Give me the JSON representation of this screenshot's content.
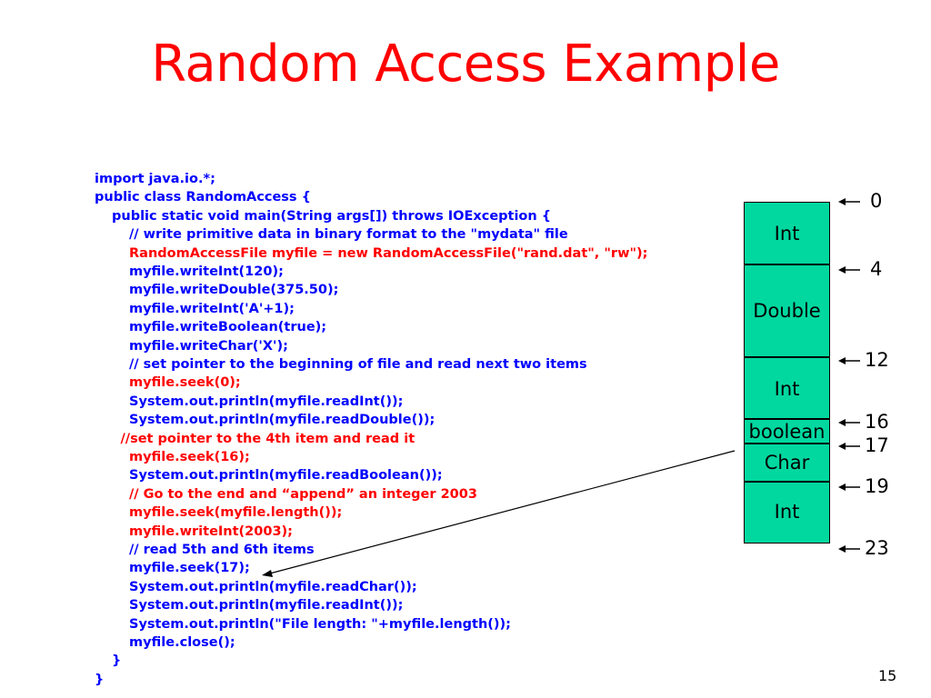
{
  "title": "Random Access Example",
  "code_lines": [
    {
      "text": "import java.io.*;",
      "color": "blue",
      "indent": 0
    },
    {
      "text": "public class RandomAccess {",
      "color": "blue",
      "indent": 0
    },
    {
      "text": "public static void main(String args[]) throws IOException {",
      "color": "blue",
      "indent": 1
    },
    {
      "text": "// write primitive data in binary format to the \"mydata\" file",
      "color": "blue",
      "indent": 2
    },
    {
      "text": "RandomAccessFile myfile = new RandomAccessFile(\"rand.dat\", \"rw\");",
      "color": "red",
      "indent": 2
    },
    {
      "text": "myfile.writeInt(120);",
      "color": "blue",
      "indent": 2
    },
    {
      "text": "myfile.writeDouble(375.50);",
      "color": "blue",
      "indent": 2
    },
    {
      "text": "myfile.writeInt('A'+1);",
      "color": "blue",
      "indent": 2
    },
    {
      "text": "myfile.writeBoolean(true);",
      "color": "blue",
      "indent": 2
    },
    {
      "text": "myfile.writeChar('X');",
      "color": "blue",
      "indent": 2
    },
    {
      "text": "// set pointer to the beginning of file and read next two items",
      "color": "blue",
      "indent": 2
    },
    {
      "text": "myfile.seek(0);",
      "color": "red",
      "indent": 2
    },
    {
      "text": "System.out.println(myfile.readInt());",
      "color": "blue",
      "indent": 2
    },
    {
      "text": "System.out.println(myfile.readDouble());",
      "color": "blue",
      "indent": 2
    },
    {
      "text": "//set pointer to the 4th item and read it",
      "color": "red",
      "indent": 1.5
    },
    {
      "text": "myfile.seek(16);",
      "color": "red",
      "indent": 2
    },
    {
      "text": "System.out.println(myfile.readBoolean());",
      "color": "blue",
      "indent": 2
    },
    {
      "text": "// Go to the end and “append” an integer 2003",
      "color": "red",
      "indent": 2
    },
    {
      "text": "myfile.seek(myfile.length());",
      "color": "red",
      "indent": 2
    },
    {
      "text": "myfile.writeInt(2003);",
      "color": "red",
      "indent": 2
    },
    {
      "text": "// read 5th and 6th items",
      "color": "blue",
      "indent": 2
    },
    {
      "text": "myfile.seek(17);",
      "color": "blue",
      "indent": 2
    },
    {
      "text": "System.out.println(myfile.readChar());",
      "color": "blue",
      "indent": 2
    },
    {
      "text": "System.out.println(myfile.readInt());",
      "color": "blue",
      "indent": 2
    },
    {
      "text": "System.out.println(\"File length: \"+myfile.length());",
      "color": "blue",
      "indent": 2
    },
    {
      "text": "myfile.close();",
      "color": "blue",
      "indent": 2
    },
    {
      "text": "}",
      "color": "blue",
      "indent": 1
    },
    {
      "text": "}",
      "color": "blue",
      "indent": 0
    }
  ],
  "memory_blocks": [
    {
      "label": "Int"
    },
    {
      "label": "Double"
    },
    {
      "label": "Int"
    },
    {
      "label": "boolean"
    },
    {
      "label": "Char"
    },
    {
      "label": "Int"
    }
  ],
  "offsets": [
    "0",
    "4",
    "12",
    "16",
    "17",
    "19",
    "23"
  ],
  "colors": {
    "title": "#ff0000",
    "code_blue": "#0000ff",
    "code_red": "#ff0000",
    "block_fill": "#00d8a0"
  },
  "slide_number": "15"
}
